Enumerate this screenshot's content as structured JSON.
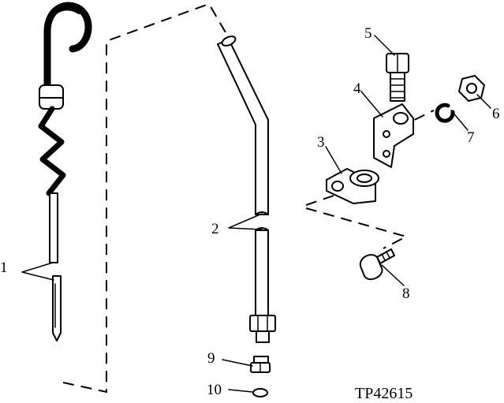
{
  "callouts": [
    "1",
    "2",
    "3",
    "4",
    "5",
    "6",
    "7",
    "8",
    "9",
    "10"
  ],
  "figure_id": "TP42615",
  "icons": {
    "dipstick": "dipstick-icon",
    "tube": "dipstick-tube-icon",
    "clamp": "tube-clamp-icon",
    "bracket": "bracket-icon",
    "bolt": "cap-screw-icon",
    "nut": "hex-nut-icon",
    "washer": "lock-washer-icon",
    "fitting": "fitting-icon",
    "seal": "o-ring-icon"
  }
}
